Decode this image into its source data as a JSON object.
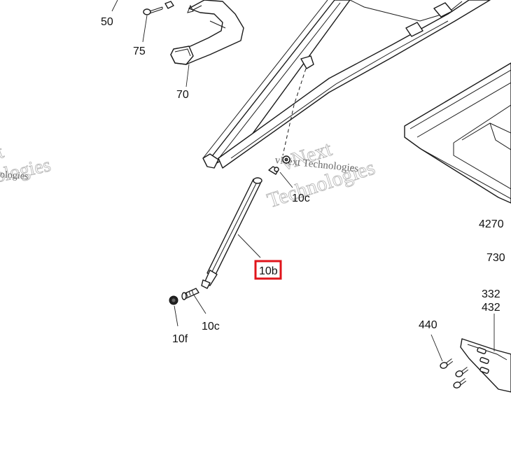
{
  "callouts": {
    "c50": "50",
    "c75": "75",
    "c70": "70",
    "c10c_top": "10c",
    "c10b": "10b",
    "c10c_bottom": "10c",
    "c10f": "10f",
    "c4270": "4270",
    "c730": "730",
    "c332": "332",
    "c432": "432",
    "c440": "440"
  },
  "watermark": {
    "left_fragment_1": "t",
    "left_fragment_2": "ologies",
    "left_fragment_3": "ologies",
    "center_line_1": "vNext",
    "center_line_2": "Technologies",
    "center_small": "vNext Technologies"
  },
  "highlight": {
    "color": "#e0141b",
    "target": "10b"
  }
}
